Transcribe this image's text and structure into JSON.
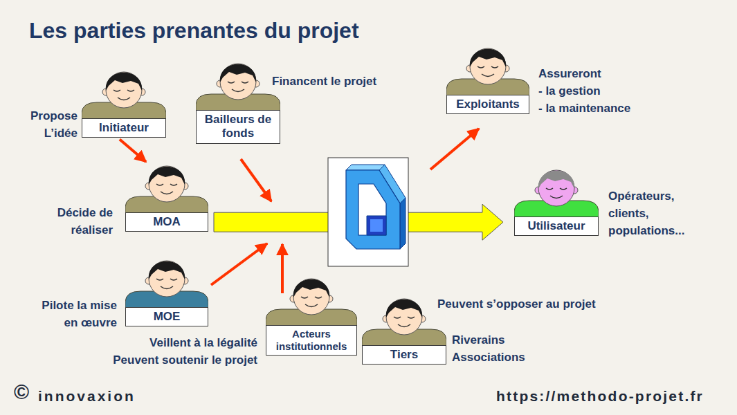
{
  "diagram": {
    "title": "Les parties prenantes du projet",
    "nodes": [
      {
        "text": [
          "Initiateur",
          "Propose L’idée"
        ]
      },
      {
        "text": [
          "Bailleurs de fonds",
          "Financent le projet"
        ]
      },
      {
        "text": [
          "Exploitants",
          "Assureront",
          "- la gestion",
          "- la maintenance"
        ]
      },
      {
        "text": [
          "MOA",
          "Décide de réaliser"
        ]
      },
      {
        "text": [
          "Utilisateur",
          "Opérateurs, clients, populations..."
        ]
      },
      {
        "text": [
          "MOE",
          "Pilote la mise en œuvre"
        ]
      },
      {
        "text": [
          "Acteurs institutionnels",
          "Veillent à la légalité",
          "Peuvent soutenir le projet"
        ]
      },
      {
        "text": [
          "Tiers",
          "Peuvent s’opposer au projet",
          "Riverains Associations"
        ]
      }
    ],
    "edges": [
      {
        "from": 0,
        "to": 3,
        "arrow": "to"
      },
      {
        "from": 3,
        "to": 4,
        "arrow": "to"
      }
    ],
    "labels": [
      "©",
      "innovaxion",
      "https://methodo-projet.fr"
    ]
  }
}
